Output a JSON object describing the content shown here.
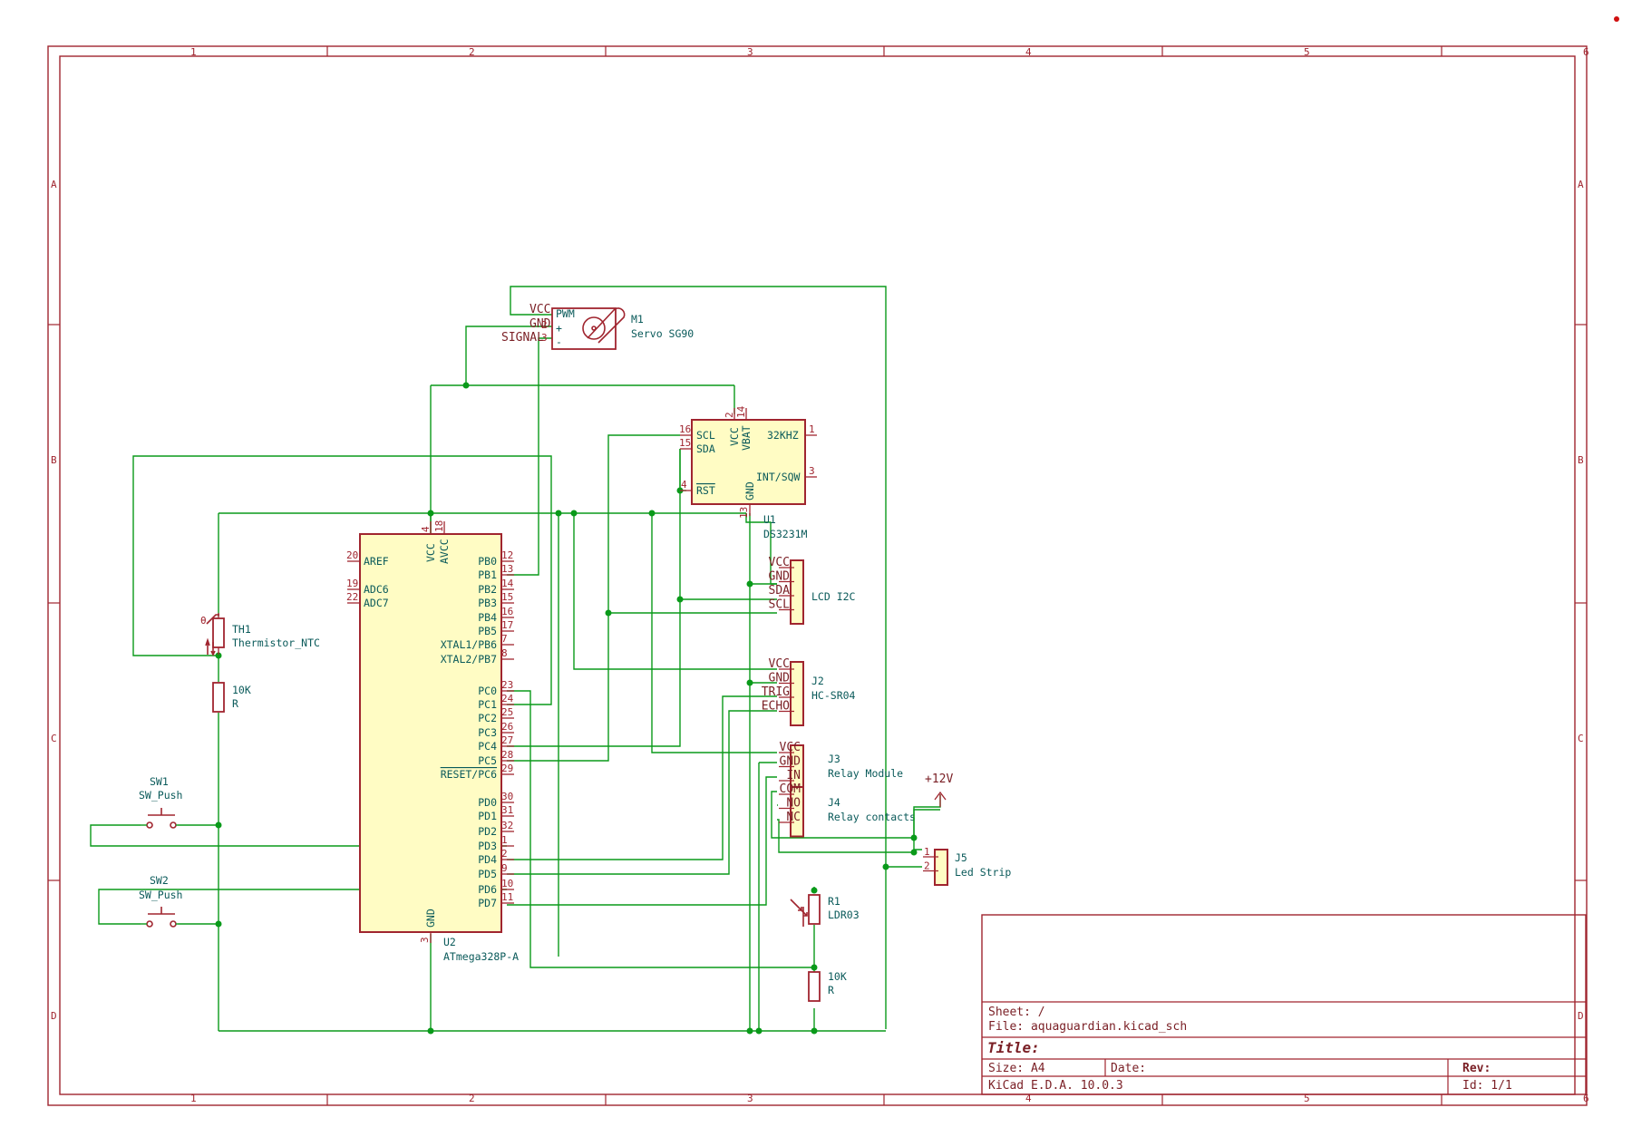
{
  "frame": {
    "cols": [
      "1",
      "2",
      "3",
      "4",
      "5",
      "6"
    ],
    "rows": [
      "A",
      "B",
      "C",
      "D"
    ]
  },
  "title_block": {
    "sheet": "Sheet: /",
    "file": "File: aquaguardian.kicad_sch",
    "title": "Title:",
    "size": "Size: A4",
    "date": "Date:",
    "rev": "Rev:",
    "tool": "KiCad E.D.A. 10.0.3",
    "id": "Id: 1/1"
  },
  "components": {
    "u2": {
      "ref": "U2",
      "value": "ATmega328P-A",
      "top_pins": [
        {
          "num": "4",
          "name": "VCC"
        },
        {
          "num": "18",
          "name": "AVCC"
        }
      ],
      "gnd_pin": {
        "num": "3",
        "name": "GND"
      },
      "left_pins": [
        {
          "num": "20",
          "name": "AREF"
        },
        {
          "num": "19",
          "name": "ADC6"
        },
        {
          "num": "22",
          "name": "ADC7"
        }
      ],
      "right_pins": [
        {
          "num": "12",
          "name": "PB0"
        },
        {
          "num": "13",
          "name": "PB1"
        },
        {
          "num": "14",
          "name": "PB2"
        },
        {
          "num": "15",
          "name": "PB3"
        },
        {
          "num": "16",
          "name": "PB4"
        },
        {
          "num": "17",
          "name": "PB5"
        },
        {
          "num": "7",
          "name": "XTAL1/PB6"
        },
        {
          "num": "8",
          "name": "XTAL2/PB7"
        },
        {
          "num": "23",
          "name": "PC0"
        },
        {
          "num": "24",
          "name": "PC1"
        },
        {
          "num": "25",
          "name": "PC2"
        },
        {
          "num": "26",
          "name": "PC3"
        },
        {
          "num": "27",
          "name": "PC4"
        },
        {
          "num": "28",
          "name": "PC5"
        },
        {
          "num": "29",
          "name": "RESET/PC6"
        },
        {
          "num": "30",
          "name": "PD0"
        },
        {
          "num": "31",
          "name": "PD1"
        },
        {
          "num": "32",
          "name": "PD2"
        },
        {
          "num": "1",
          "name": "PD3"
        },
        {
          "num": "2",
          "name": "PD4"
        },
        {
          "num": "9",
          "name": "PD5"
        },
        {
          "num": "10",
          "name": "PD6"
        },
        {
          "num": "11",
          "name": "PD7"
        }
      ]
    },
    "u1": {
      "ref": "U1",
      "value": "DS3231M",
      "left_pins": [
        {
          "num": "16",
          "name": "SCL"
        },
        {
          "num": "15",
          "name": "SDA"
        },
        {
          "num": "4",
          "name": "RST"
        }
      ],
      "top_pins": [
        {
          "num": "2",
          "name": "VCC"
        },
        {
          "num": "14",
          "name": "VBAT"
        }
      ],
      "right_pins": [
        {
          "num": "1",
          "name": "32KHZ"
        },
        {
          "num": "3",
          "name": "INT/SQW"
        }
      ],
      "gnd_pin": {
        "num": "13",
        "name": "GND"
      }
    },
    "m1": {
      "ref": "M1",
      "value": "Servo SG90",
      "pins": [
        {
          "net": "VCC",
          "name": "PWM",
          "num": ""
        },
        {
          "net": "GND",
          "name": "+",
          "num": "2"
        },
        {
          "net": "SIGNAL",
          "name": "-",
          "num": "3"
        }
      ]
    },
    "lcd": {
      "ref": "",
      "value": "LCD I2C",
      "pins": [
        "VCC",
        "GND",
        "SDA",
        "SCL"
      ]
    },
    "j2": {
      "ref": "J2",
      "value": "HC-SR04",
      "pins": [
        "VCC",
        "GND",
        "TRIG",
        "ECHO"
      ]
    },
    "j3": {
      "ref": "J3",
      "value": "Relay Module",
      "pins": [
        "VCC",
        "GND",
        "IN"
      ]
    },
    "j4": {
      "ref": "J4",
      "value": "Relay contacts",
      "pins": [
        "COM",
        "NO",
        "NC"
      ]
    },
    "j5": {
      "ref": "J5",
      "value": "Led Strip",
      "pins": [
        "1",
        "2"
      ]
    },
    "th1": {
      "ref": "TH1",
      "value": "Thermistor_NTC",
      "mark": "θ"
    },
    "r_th": {
      "ref": "10K",
      "value": "R"
    },
    "r1": {
      "ref": "R1",
      "value": "LDR03"
    },
    "r_ldr": {
      "ref": "10K",
      "value": "R"
    },
    "sw1": {
      "ref": "SW1",
      "value": "SW_Push"
    },
    "sw2": {
      "ref": "SW2",
      "value": "SW_Push"
    },
    "pwr12": {
      "label": "+12V"
    }
  },
  "colors": {
    "frame": "#a0252f",
    "wire": "#0a9a1a",
    "body": "#fffcc4",
    "label": "#0a5a5a"
  }
}
